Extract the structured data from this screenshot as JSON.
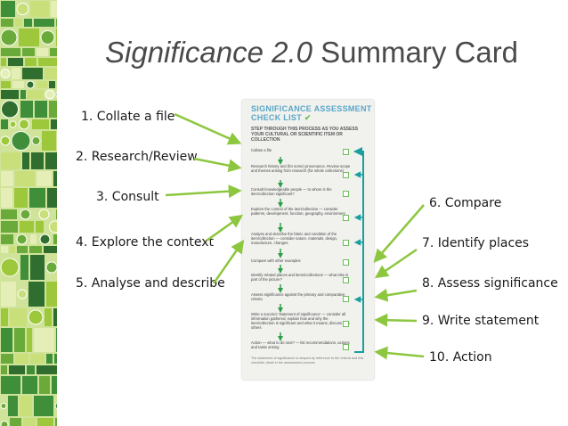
{
  "slide": {
    "title_italic": "Significance 2.0",
    "title_rest": " Summary Card"
  },
  "left_labels": [
    "1. Collate a file",
    "2. Research/Review",
    "3. Consult",
    "4. Explore the context",
    "5. Analyse and describe"
  ],
  "right_labels": [
    "6. Compare",
    "7. Identify places",
    "8. Assess significance",
    "9. Write statement",
    "10. Action"
  ],
  "card": {
    "heading_line1": "SIGNIFICANCE ASSESSMENT",
    "heading_line2": "CHECK LIST",
    "subheading": "STEP THROUGH THIS PROCESS AS YOU ASSESS YOUR CULTURAL OR SCIENTIFIC ITEM OR COLLECTION",
    "steps": [
      "Collate a file",
      "Research history and (for some) provenance. Review scope and themes arising from research (for whole collections)",
      "Consult knowledgeable people — to whom is the item/collection significant?",
      "Explore the context of the item/collection — consider patterns, development, function, geography, environment",
      "Analyse and describe the fabric and condition of the item/collection — consider nature, materials, design, manufacture, changes",
      "Compare with other examples",
      "Identify related places and items/collections — what else is part of the picture?",
      "Assess significance against the primary and comparative criteria",
      "Write a succinct 'statement of significance' — consider all information gathered; explain how and why the item/collection is significant and what it means; discuss with others",
      "Action — what to do next? — list recommendations, actions and tasks arising"
    ],
    "footnote": "The statement of significance is shaped by reference to the criteria and this checklist; detail in the assessment process"
  },
  "colors": {
    "arrow_green": "#8dc63f",
    "card_accent_blue": "#5aa6c8",
    "card_flow_teal": "#1a9ea0",
    "sidebar_greens": [
      "#3f8f3a",
      "#6aaa3a",
      "#9dc83c",
      "#c8df7a",
      "#e4eeb6",
      "#2f6e2e"
    ]
  }
}
